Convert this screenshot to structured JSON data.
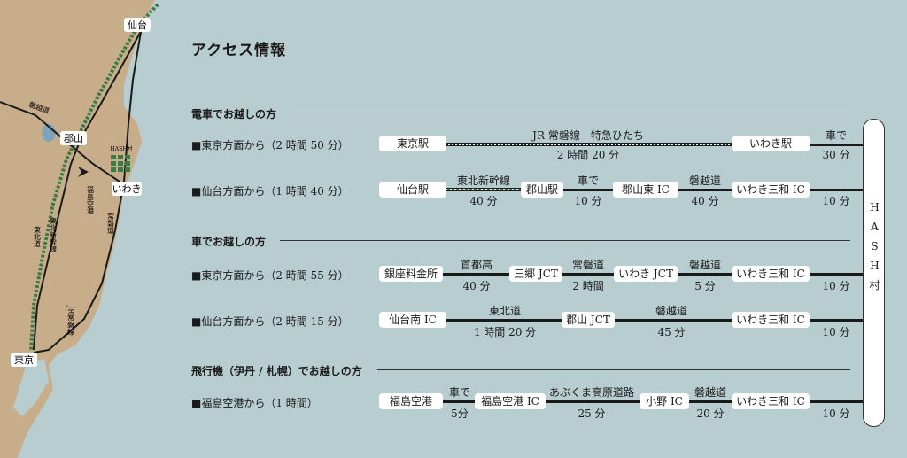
{
  "title": "アクセス情報",
  "map": {
    "labels": {
      "sendai": "仙台",
      "koriyama": "郡山",
      "iwaki": "いわき",
      "tokyo": "東京",
      "fukushima_airport": "福島空港",
      "hash_village": "HASH村",
      "bandai_road": "磐越道",
      "tohoku_road": "東北道",
      "tohoku_shinkansen": "東北新幹線",
      "joban_road": "常磐道",
      "jr_joban_line": "JR常磐線"
    },
    "colors": {
      "land": "#c8ad8a",
      "sea": "#b8cdd0",
      "rail_green": "#3a7a44",
      "rail_dark": "#1a1a1a"
    }
  },
  "terminal": {
    "label": "HASH村"
  },
  "sections": [
    {
      "header": "電車でお越しの方",
      "routes": [
        {
          "label": "■東京方面から（2 時間 50 分）",
          "stations": [
            "東京駅",
            "いわき駅"
          ],
          "segments": [
            {
              "top": "JR 常磐線　特急ひたち",
              "bottom": "2 時間 20 分"
            }
          ],
          "final": {
            "top": "車で",
            "bottom": "30 分"
          }
        },
        {
          "label": "■仙台方面から（1 時間 40 分）",
          "stations": [
            "仙台駅",
            "郡山駅",
            "郡山東 IC",
            "いわき三和 IC"
          ],
          "segments": [
            {
              "top": "東北新幹線",
              "bottom": "40 分"
            },
            {
              "top": "車で",
              "bottom": "10 分"
            },
            {
              "top": "磐越道",
              "bottom": "40 分"
            }
          ],
          "final": {
            "top": "",
            "bottom": "10 分"
          }
        }
      ]
    },
    {
      "header": "車でお越しの方",
      "routes": [
        {
          "label": "■東京方面から（2 時間 55 分）",
          "stations": [
            "銀座料金所",
            "三郷 JCT",
            "いわき JCT",
            "いわき三和 IC"
          ],
          "segments": [
            {
              "top": "首都高",
              "bottom": "40 分"
            },
            {
              "top": "常磐道",
              "bottom": "2 時間"
            },
            {
              "top": "磐越道",
              "bottom": "5 分"
            }
          ],
          "final": {
            "top": "",
            "bottom": "10 分"
          }
        },
        {
          "label": "■仙台方面から（2 時間 15 分）",
          "stations": [
            "仙台南 IC",
            "郡山 JCT",
            "いわき三和 IC"
          ],
          "segments": [
            {
              "top": "東北道",
              "bottom": "1 時間 20 分"
            },
            {
              "top": "磐越道",
              "bottom": "45 分"
            }
          ],
          "final": {
            "top": "",
            "bottom": "10 分"
          }
        }
      ]
    },
    {
      "header": "飛行機（伊丹 / 札幌）でお越しの方",
      "routes": [
        {
          "label": "■福島空港から（1 時間）",
          "stations": [
            "福島空港",
            "福島空港 IC",
            "小野 IC",
            "いわき三和 IC"
          ],
          "segments": [
            {
              "top": "車で",
              "bottom": "5分"
            },
            {
              "top": "あぶくま高原道路",
              "bottom": "25 分"
            },
            {
              "top": "磐越道",
              "bottom": "20 分"
            }
          ],
          "final": {
            "top": "",
            "bottom": "10 分"
          }
        }
      ]
    }
  ]
}
